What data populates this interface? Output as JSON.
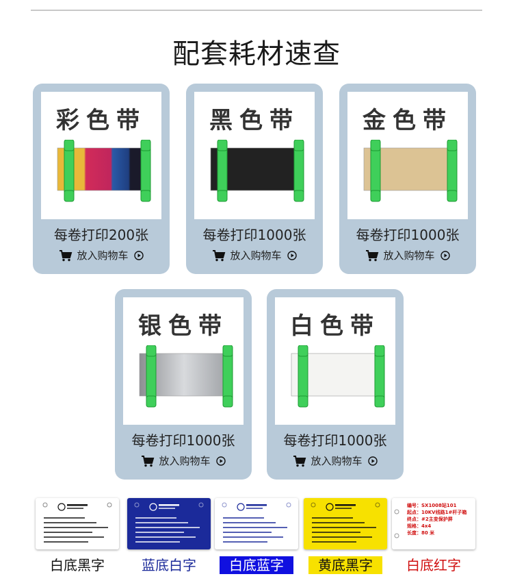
{
  "page_title": "配套耗材速查",
  "cards": [
    {
      "name": "彩色带",
      "count": "每卷打印200张",
      "cart": "放入购物车",
      "ribbon": "color"
    },
    {
      "name": "黑色带",
      "count": "每卷打印1000张",
      "cart": "放入购物车",
      "ribbon": "#222222"
    },
    {
      "name": "金色带",
      "count": "每卷打印1000张",
      "cart": "放入购物车",
      "ribbon": "#dcc394"
    },
    {
      "name": "银色带",
      "count": "每卷打印1000张",
      "cart": "放入购物车",
      "ribbon": "silver"
    },
    {
      "name": "白色带",
      "count": "每卷打印1000张",
      "cart": "放入购物车",
      "ribbon": "#f4f4f2"
    }
  ],
  "samples": [
    {
      "label": "白底黑字",
      "bg": "#ffffff",
      "fg": "#111111",
      "label_bg": "#ffffff",
      "label_fg": "#111111"
    },
    {
      "label": "蓝底白字",
      "bg": "#1b2a9a",
      "fg": "#ffffff",
      "label_bg": "#ffffff",
      "label_fg": "#1b2a9a"
    },
    {
      "label": "白底蓝字",
      "bg": "#ffffff",
      "fg": "#1b2a9a",
      "label_bg": "#1010e0",
      "label_fg": "#ffffff"
    },
    {
      "label": "黄底黑字",
      "bg": "#f7e100",
      "fg": "#111111",
      "label_bg": "#f7e100",
      "label_fg": "#111111"
    },
    {
      "label": "白底红字",
      "bg": "#ffffff",
      "fg": "#d01010",
      "label_bg": "#ffffff",
      "label_fg": "#d01010"
    }
  ],
  "sample_red_card": {
    "lines": [
      "编号：SX1008站101",
      "起点：10KV线路1#杆子箱",
      "终点：#2主变保护屏",
      "规格：4x4",
      "长度：80 米"
    ]
  }
}
